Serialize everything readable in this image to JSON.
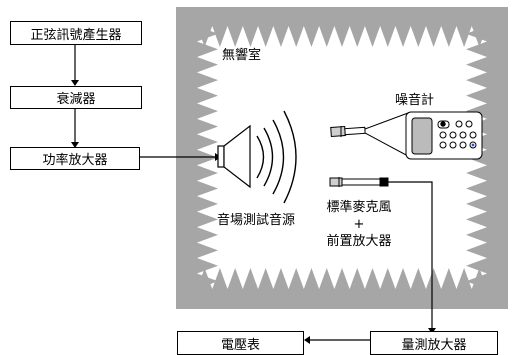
{
  "chamber": {
    "label": "無響室"
  },
  "blocks": {
    "generator": "正弦訊號產生器",
    "attenuator": "衰減器",
    "power_amp": "功率放大器",
    "voltmeter": "電壓表",
    "measure_amp": "量測放大器"
  },
  "labels": {
    "speaker": "音場測試音源",
    "slm": "噪音計",
    "mic_line1": "標準麥克風",
    "mic_line2": "+",
    "mic_line3": "前置放大器"
  },
  "colors": {
    "chamber_fill": "#a6a6a6",
    "inner_fill": "#ffffff",
    "line": "#000000"
  }
}
